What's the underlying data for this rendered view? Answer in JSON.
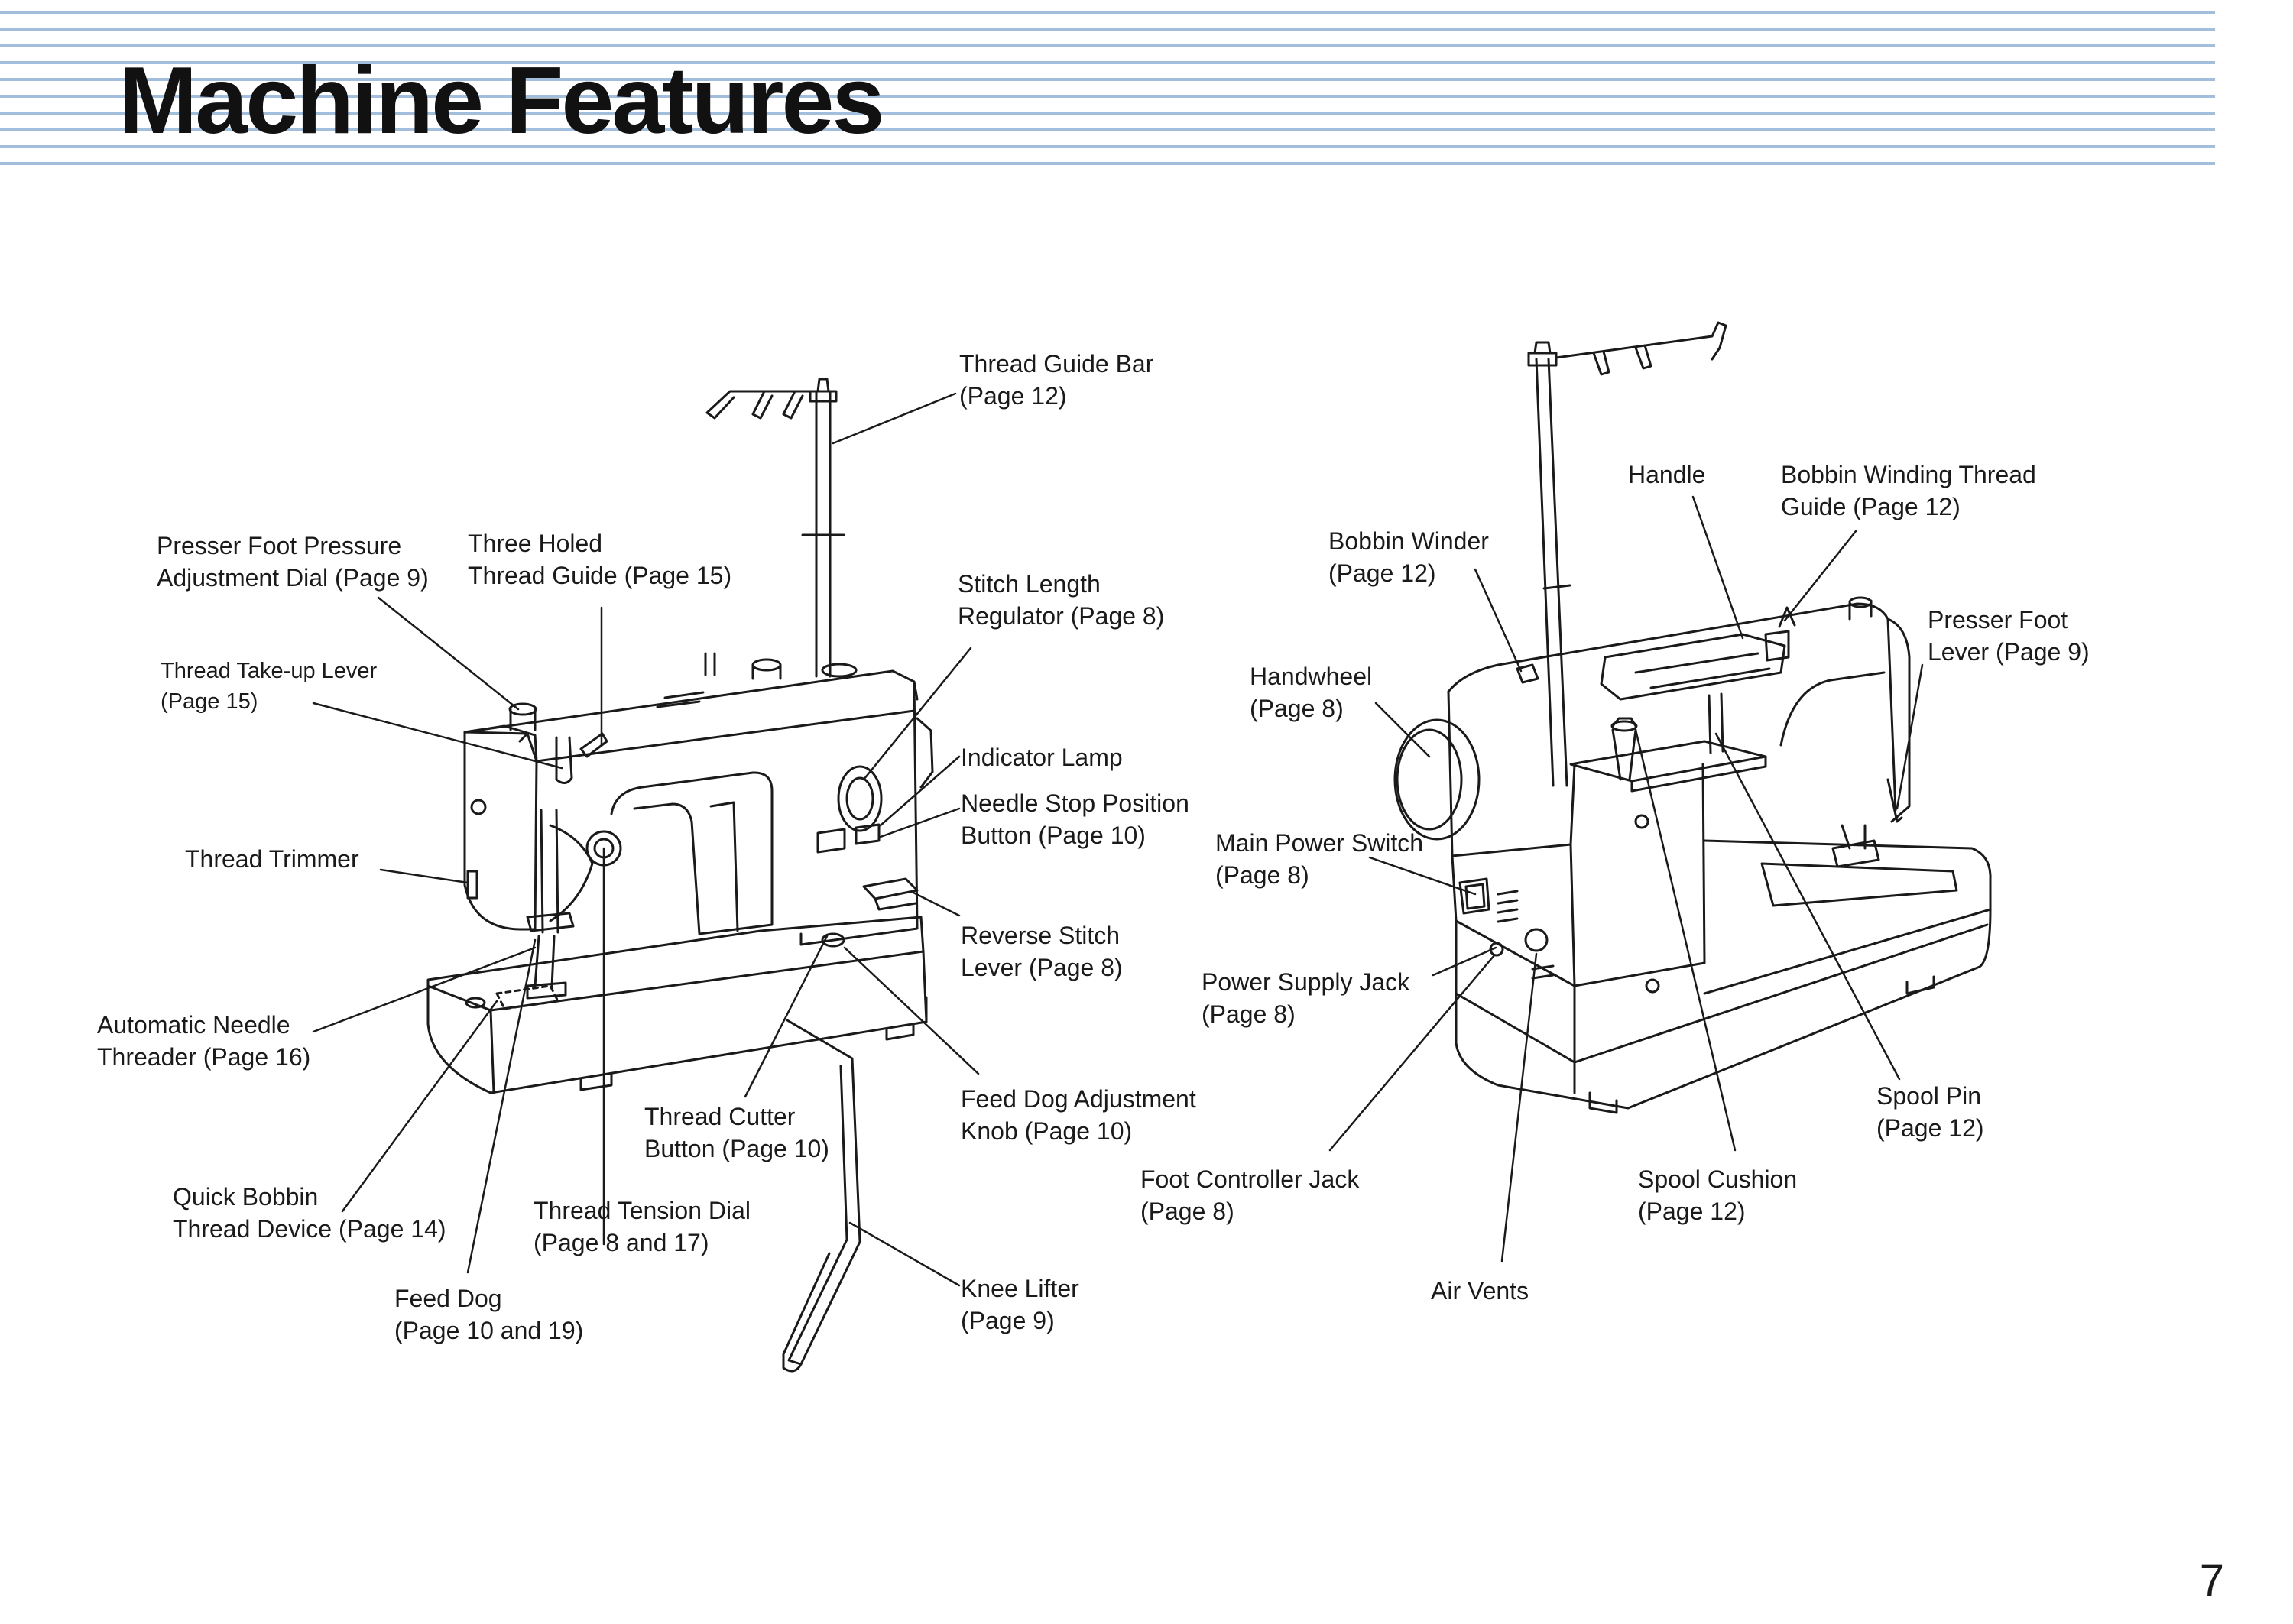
{
  "header": {
    "title": "Machine Features",
    "stripe_color": "#a3bddc"
  },
  "callouts": {
    "thread_guide_bar": [
      "Thread Guide Bar",
      "(Page 12)"
    ],
    "presser_foot_pressure_dial": [
      "Presser Foot Pressure",
      "Adjustment Dial (Page 9)"
    ],
    "three_holed_thread_guide": [
      "Three Holed",
      "Thread Guide (Page 15)"
    ],
    "stitch_length_regulator": [
      "Stitch Length",
      "Regulator (Page 8)"
    ],
    "thread_take_up_lever": [
      "Thread Take-up Lever",
      "(Page 15)"
    ],
    "indicator_lamp": [
      "Indicator Lamp"
    ],
    "needle_stop_position_button": [
      "Needle Stop Position",
      "Button (Page 10)"
    ],
    "thread_trimmer": [
      "Thread Trimmer"
    ],
    "reverse_stitch_lever": [
      "Reverse Stitch",
      "Lever (Page 8)"
    ],
    "automatic_needle_threader": [
      "Automatic Needle",
      "Threader (Page 16)"
    ],
    "thread_cutter_button": [
      "Thread Cutter",
      "Button (Page 10)"
    ],
    "feed_dog_adjustment_knob": [
      "Feed Dog Adjustment",
      "Knob (Page 10)"
    ],
    "quick_bobbin_thread_device": [
      "Quick Bobbin",
      "Thread Device (Page 14)"
    ],
    "thread_tension_dial": [
      "Thread Tension Dial",
      "(Page 8 and 17)"
    ],
    "feed_dog": [
      "Feed Dog",
      "(Page 10 and 19)"
    ],
    "knee_lifter": [
      "Knee Lifter",
      "(Page 9)"
    ],
    "handle": [
      "Handle"
    ],
    "bobbin_winding_thread_guide": [
      "Bobbin Winding Thread",
      "Guide (Page 12)"
    ],
    "bobbin_winder": [
      "Bobbin Winder",
      "(Page 12)"
    ],
    "presser_foot_lever": [
      "Presser Foot",
      "Lever (Page 9)"
    ],
    "handwheel": [
      "Handwheel",
      "(Page 8)"
    ],
    "main_power_switch": [
      "Main Power Switch",
      "(Page 8)"
    ],
    "power_supply_jack": [
      "Power Supply Jack",
      "(Page 8)"
    ],
    "spool_pin": [
      "Spool Pin",
      "(Page 12)"
    ],
    "foot_controller_jack": [
      "Foot Controller Jack",
      "(Page 8)"
    ],
    "spool_cushion": [
      "Spool Cushion",
      "(Page 12)"
    ],
    "air_vents": [
      "Air Vents"
    ]
  },
  "page_number": "7"
}
